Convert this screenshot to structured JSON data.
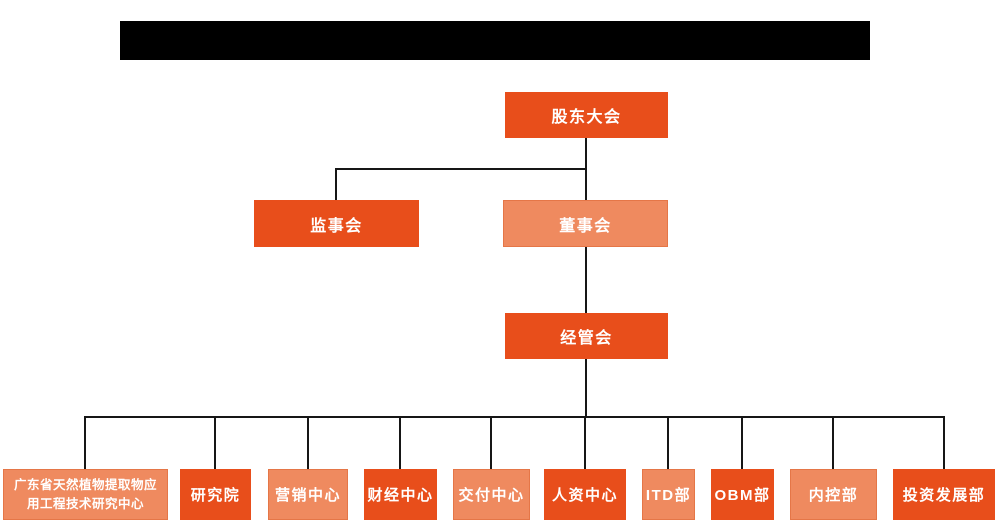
{
  "title_bar": {
    "redacted": true,
    "color": "#000000"
  },
  "colors": {
    "dark_orange": "#E84E1B",
    "light_orange": "#EF8A5F",
    "connector": "#161616",
    "text": "#FFFFFF",
    "background": "#FFFFFF"
  },
  "org_chart": {
    "type": "org-tree",
    "nodes": {
      "root": {
        "label": "股东大会",
        "variant": "dark"
      },
      "supervisors": {
        "label": "监事会",
        "variant": "dark",
        "parent": "股东大会"
      },
      "directors": {
        "label": "董事会",
        "variant": "light",
        "parent": "股东大会"
      },
      "management": {
        "label": "经管会",
        "variant": "dark",
        "parent": "董事会"
      }
    },
    "departments_parent": "经管会",
    "departments": [
      {
        "label": "广东省天然植物提取物应用工程技术研究中心",
        "variant": "light"
      },
      {
        "label": "研究院",
        "variant": "dark"
      },
      {
        "label": "营销中心",
        "variant": "light"
      },
      {
        "label": "财经中心",
        "variant": "dark"
      },
      {
        "label": "交付中心",
        "variant": "light"
      },
      {
        "label": "人资中心",
        "variant": "dark"
      },
      {
        "label": "ITD部",
        "variant": "light"
      },
      {
        "label": "OBM部",
        "variant": "dark"
      },
      {
        "label": "内控部",
        "variant": "light"
      },
      {
        "label": "投资发展部",
        "variant": "dark"
      }
    ]
  }
}
